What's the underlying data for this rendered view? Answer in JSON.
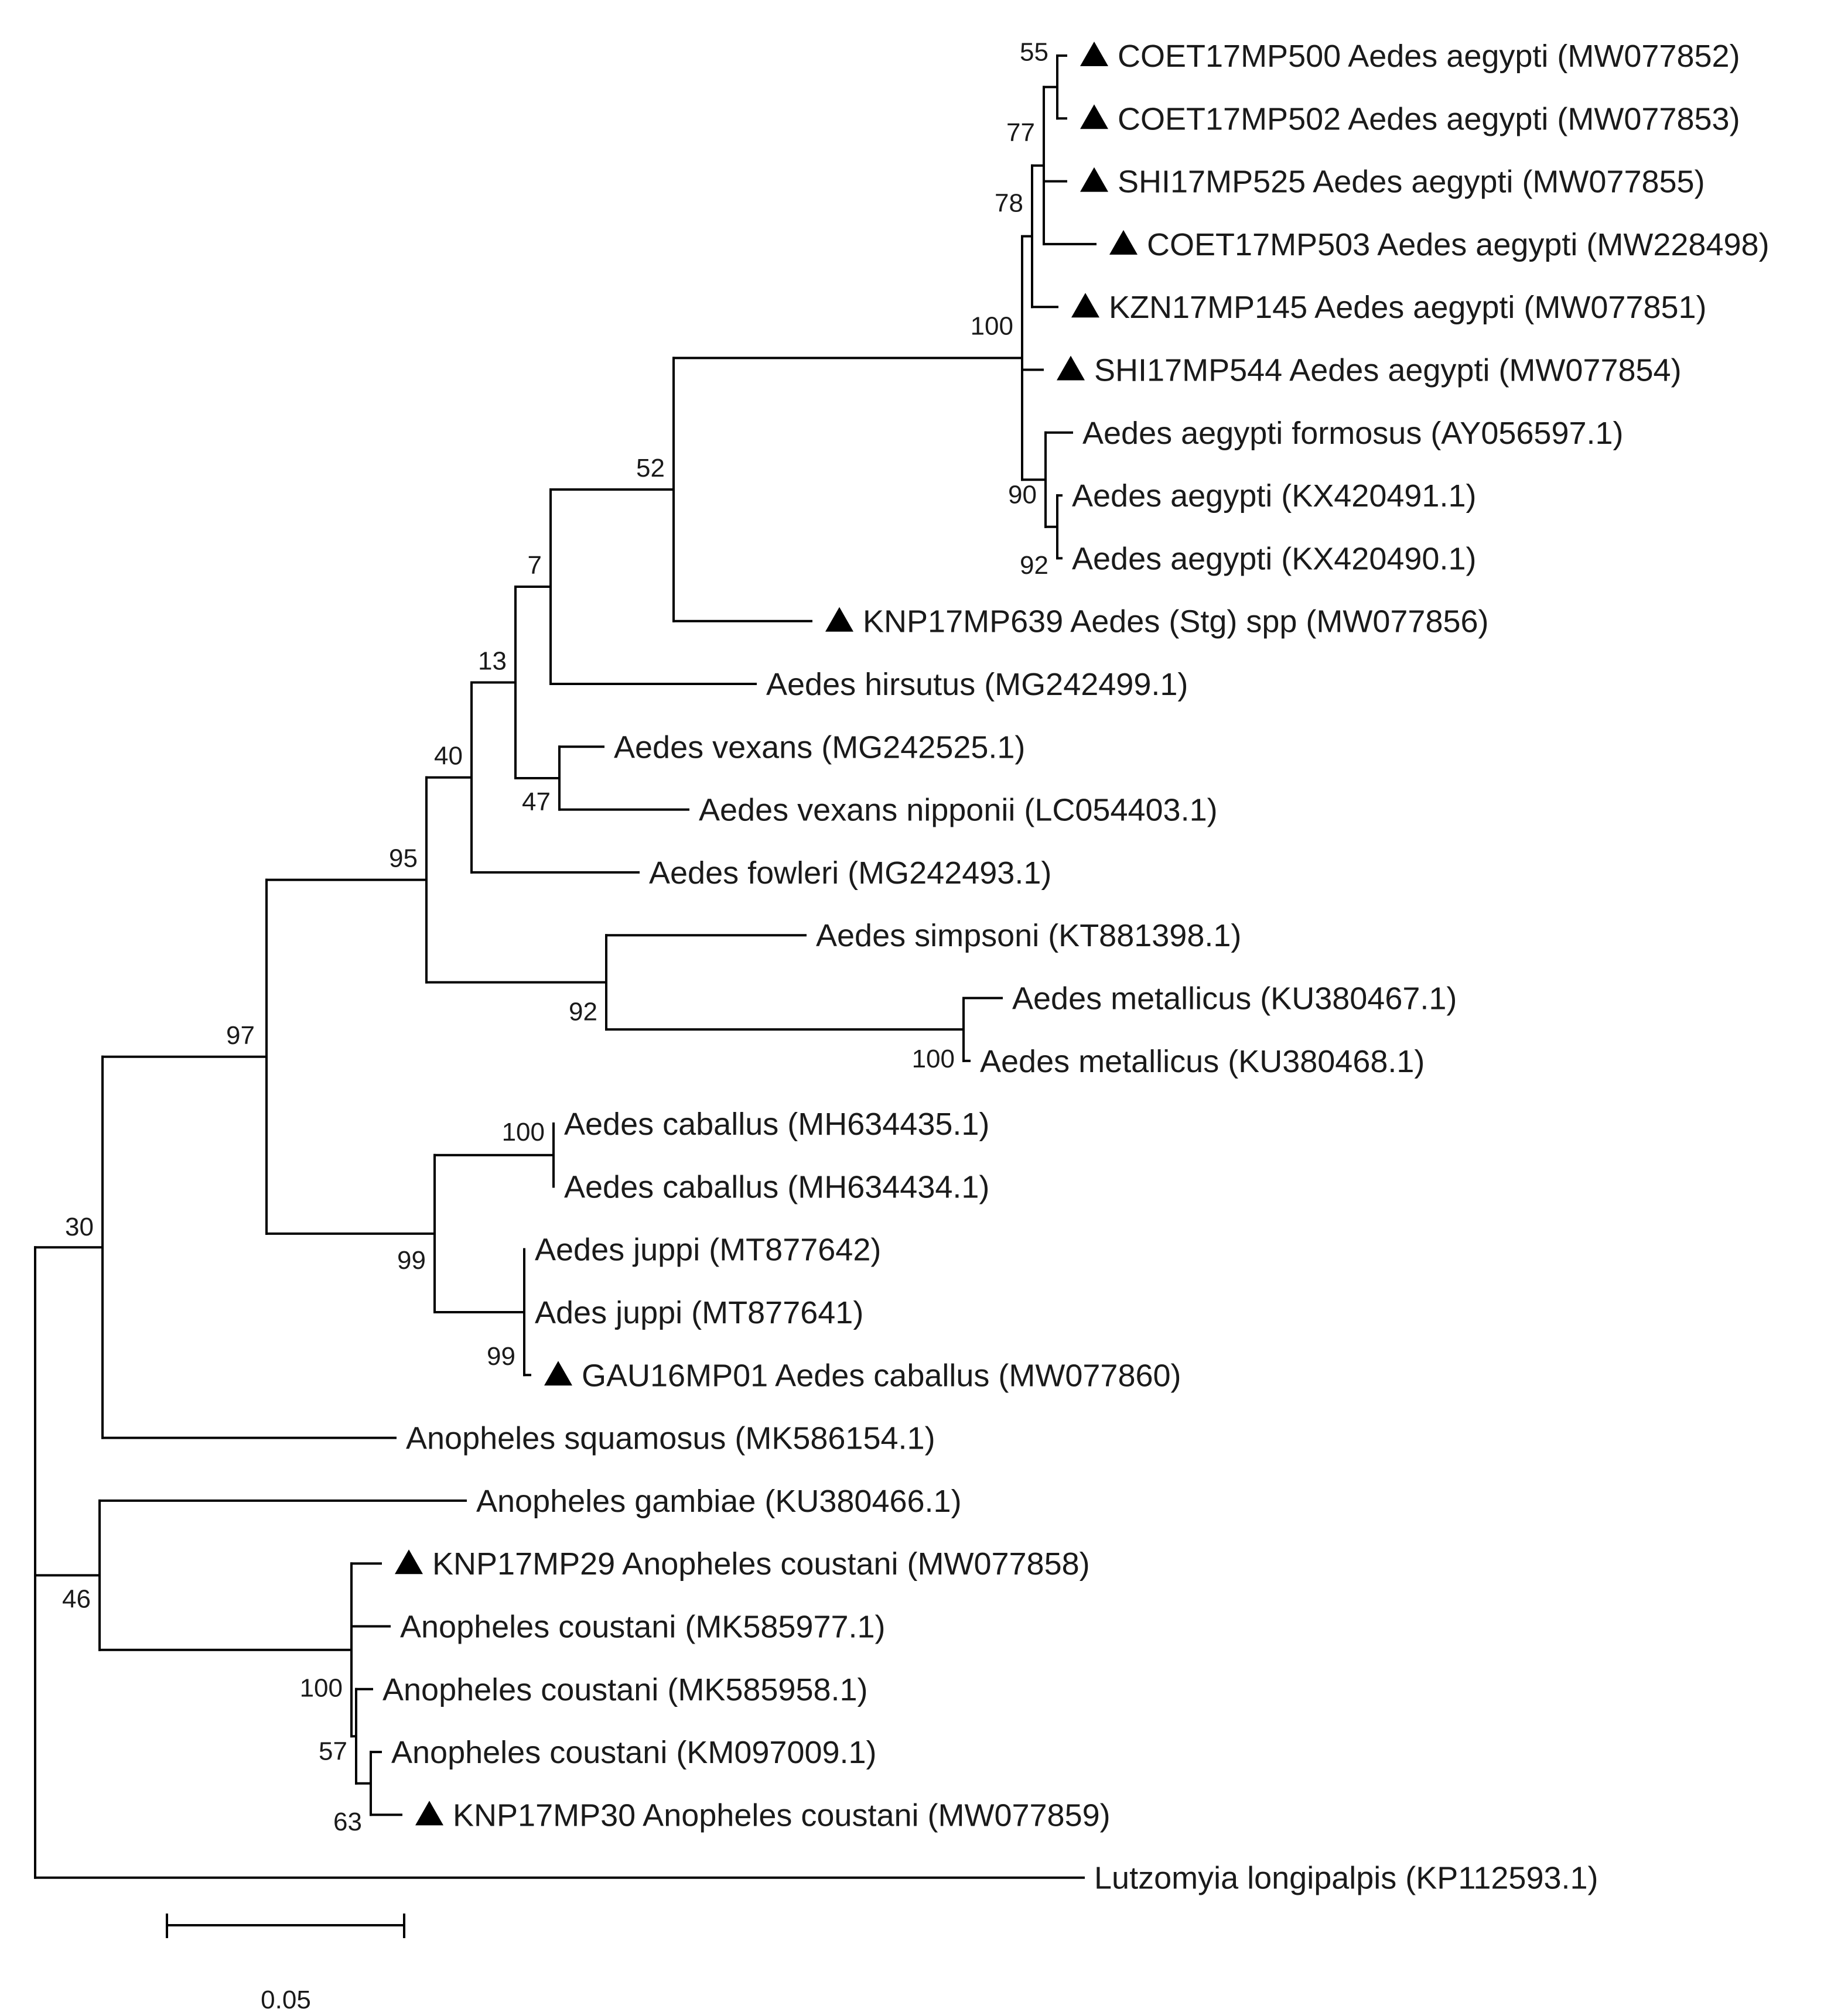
{
  "figure": {
    "scale_bar_label": "0.05"
  },
  "tree": {
    "root": {
      "support": null,
      "children": [
        {
          "support": "30",
          "children": [
            {
              "support": "97",
              "children": [
                {
                  "support": "95",
                  "children": [
                    {
                      "support": "40",
                      "children": [
                        {
                          "support": "13",
                          "children": [
                            {
                              "support": "7",
                              "children": [
                                {
                                  "support": "52",
                                  "children": [
                                    {
                                      "support": "100",
                                      "children": [
                                        {
                                          "support": "78",
                                          "children": [
                                            {
                                              "support": "77",
                                              "children": [
                                                {
                                                  "support": "55",
                                                  "children": [
                                                    {
                                                      "label": "COET17MP500 Aedes aegypti (MW077852)",
                                                      "marked": true
                                                    },
                                                    {
                                                      "label": "COET17MP502 Aedes aegypti (MW077853)",
                                                      "marked": true
                                                    }
                                                  ]
                                                },
                                                {
                                                  "label": "SHI17MP525 Aedes aegypti (MW077855)",
                                                  "marked": true
                                                },
                                                {
                                                  "label": "COET17MP503 Aedes aegypti (MW228498)",
                                                  "marked": true
                                                }
                                              ]
                                            },
                                            {
                                              "label": "KZN17MP145 Aedes aegypti (MW077851)",
                                              "marked": true
                                            }
                                          ]
                                        },
                                        {
                                          "label": "SHI17MP544 Aedes aegypti (MW077854)",
                                          "marked": true
                                        },
                                        {
                                          "support": "90",
                                          "children": [
                                            {
                                              "label": "Aedes aegypti formosus (AY056597.1)",
                                              "marked": false
                                            },
                                            {
                                              "support": "92",
                                              "children": [
                                                {
                                                  "label": "Aedes aegypti (KX420491.1)",
                                                  "marked": false
                                                },
                                                {
                                                  "label": "Aedes aegypti (KX420490.1)",
                                                  "marked": false
                                                }
                                              ]
                                            }
                                          ]
                                        }
                                      ]
                                    },
                                    {
                                      "label": "KNP17MP639 Aedes (Stg) spp (MW077856)",
                                      "marked": true
                                    }
                                  ]
                                },
                                {
                                  "label": "Aedes hirsutus (MG242499.1)",
                                  "marked": false
                                }
                              ]
                            },
                            {
                              "support": "47",
                              "children": [
                                {
                                  "label": "Aedes vexans (MG242525.1)",
                                  "marked": false
                                },
                                {
                                  "label": "Aedes vexans nipponii (LC054403.1)",
                                  "marked": false
                                }
                              ]
                            }
                          ]
                        },
                        {
                          "label": "Aedes fowleri (MG242493.1)",
                          "marked": false
                        }
                      ]
                    },
                    {
                      "support": "92",
                      "children": [
                        {
                          "label": "Aedes simpsoni (KT881398.1)",
                          "marked": false
                        },
                        {
                          "support": "100",
                          "children": [
                            {
                              "label": "Aedes metallicus (KU380467.1)",
                              "marked": false
                            },
                            {
                              "label": "Aedes metallicus (KU380468.1)",
                              "marked": false
                            }
                          ]
                        }
                      ]
                    }
                  ]
                },
                {
                  "support": "99",
                  "children": [
                    {
                      "support": "100",
                      "children": [
                        {
                          "label": "Aedes caballus (MH634435.1)",
                          "marked": false
                        },
                        {
                          "label": "Aedes caballus (MH634434.1)",
                          "marked": false
                        }
                      ]
                    },
                    {
                      "support": "99",
                      "children": [
                        {
                          "label": "Aedes juppi (MT877642)",
                          "marked": false
                        },
                        {
                          "label": "Ades juppi (MT877641)",
                          "marked": false
                        },
                        {
                          "label": "GAU16MP01 Aedes caballus (MW077860)",
                          "marked": true
                        }
                      ]
                    }
                  ]
                }
              ]
            },
            {
              "label": "Anopheles squamosus (MK586154.1)",
              "marked": false
            }
          ]
        },
        {
          "support": "46",
          "children": [
            {
              "label": "Anopheles gambiae (KU380466.1)",
              "marked": false
            },
            {
              "support": "100",
              "children": [
                {
                  "label": "KNP17MP29 Anopheles coustani (MW077858)",
                  "marked": true
                },
                {
                  "label": "Anopheles coustani (MK585977.1)",
                  "marked": false
                },
                {
                  "support": "57",
                  "children": [
                    {
                      "label": "Anopheles coustani (MK585958.1)",
                      "marked": false
                    },
                    {
                      "support": "63",
                      "children": [
                        {
                          "label": "Anopheles coustani (KM097009.1)",
                          "marked": false
                        },
                        {
                          "label": "KNP17MP30 Anopheles coustani (MW077859)",
                          "marked": true
                        }
                      ]
                    }
                  ]
                }
              ]
            }
          ]
        },
        {
          "label": "Lutzomyia longipalpis (KP112593.1)",
          "marked": false
        }
      ]
    }
  }
}
